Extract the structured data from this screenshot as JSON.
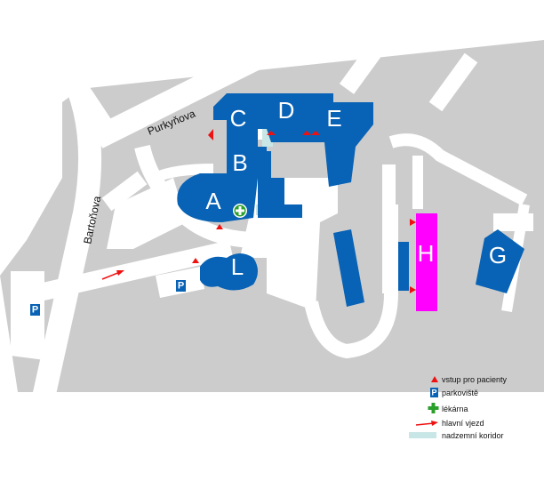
{
  "map": {
    "streets": [
      {
        "id": "purkynova",
        "name": "Purkyňova"
      },
      {
        "id": "bartonova",
        "name": "Bartoňova"
      }
    ],
    "buildings": [
      {
        "id": "A",
        "label": "A"
      },
      {
        "id": "B",
        "label": "B"
      },
      {
        "id": "C",
        "label": "C"
      },
      {
        "id": "D",
        "label": "D"
      },
      {
        "id": "E",
        "label": "E"
      },
      {
        "id": "G",
        "label": "G"
      },
      {
        "id": "H",
        "label": "H"
      },
      {
        "id": "L",
        "label": "L"
      }
    ],
    "parking_symbol": "P",
    "colors": {
      "ground": "#cccccc",
      "road": "#ffffff",
      "building": "#0862b5",
      "building_h": "#ff00ff",
      "entrance": "#ee1111",
      "pharmacy": "#2aa02a",
      "corridor": "#c8e6e6"
    }
  },
  "legend": {
    "entrance": "vstup pro pacienty",
    "parking": "parkoviště",
    "pharmacy": "lékárna",
    "main_entry": "hlavní vjezd",
    "corridor": "nadzemní koridor"
  }
}
